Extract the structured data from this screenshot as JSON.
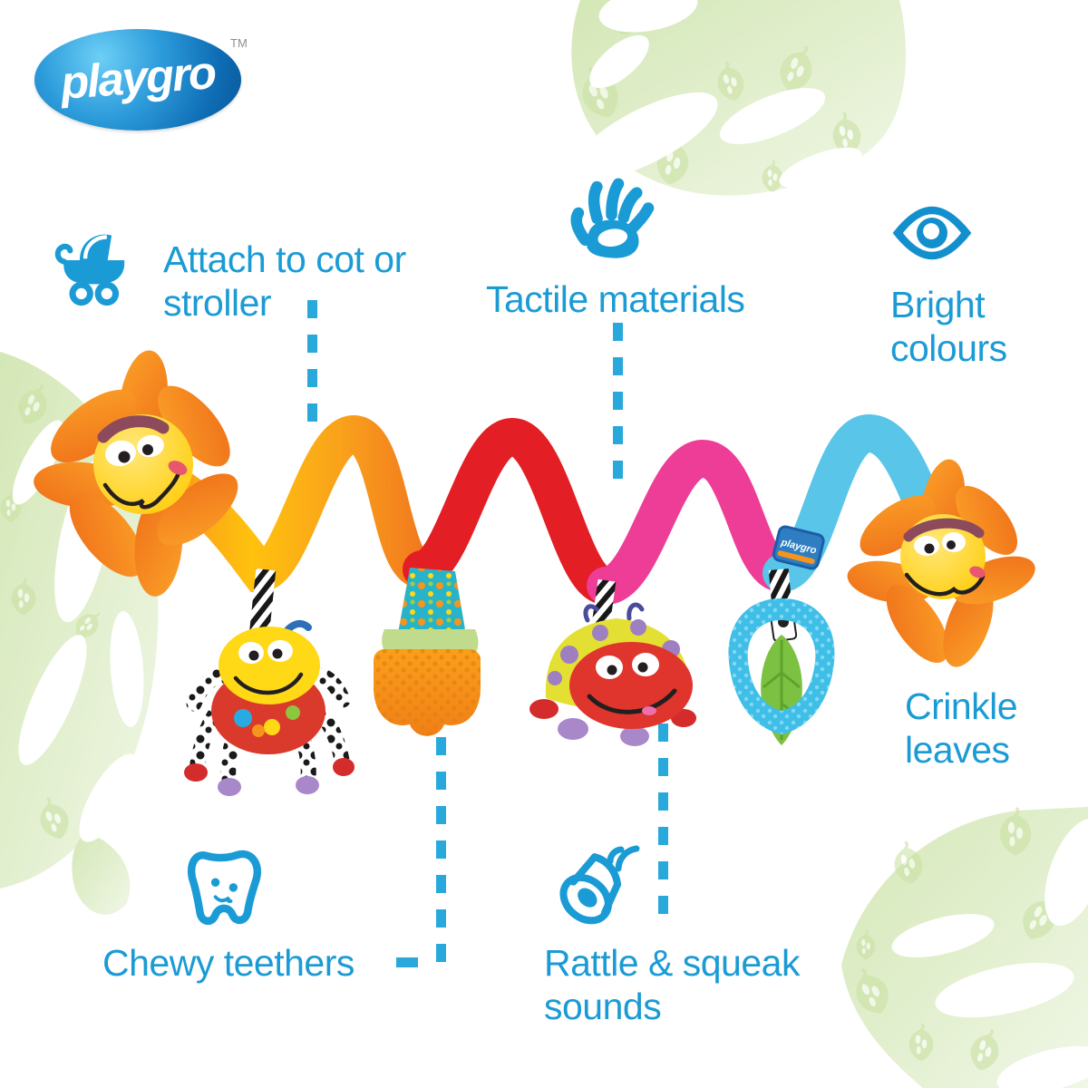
{
  "brand": {
    "logo_text": "playgro",
    "trademark": "TM"
  },
  "features": [
    {
      "id": "attach-cot-stroller",
      "icon": "pram-icon",
      "lines": [
        "Attach to cot or",
        "stroller"
      ]
    },
    {
      "id": "tactile-materials",
      "icon": "hand-icon",
      "lines": [
        "Tactile materials"
      ]
    },
    {
      "id": "bright-colours",
      "icon": "eye-icon",
      "lines": [
        "Bright",
        "colours"
      ]
    },
    {
      "id": "chewy-teethers",
      "icon": "tooth-icon",
      "lines": [
        "Chewy teethers"
      ]
    },
    {
      "id": "rattle-squeak",
      "icon": "rattle-icon",
      "lines": [
        "Rattle & squeak",
        "sounds"
      ]
    },
    {
      "id": "crinkle-leaves",
      "icon": null,
      "lines": [
        "Crinkle",
        "leaves"
      ]
    }
  ],
  "product": {
    "tag_label": "playgro"
  },
  "colors": {
    "label_blue": "#1b9bd5",
    "dash_blue": "#29a8dc",
    "logo_blue": "#0e6cb4",
    "leaf_green_light": "#e3efd0",
    "leaf_green": "#cbe2a4",
    "spiral_orange": "#f9a01b",
    "spiral_yellow": "#ffc20e",
    "spiral_red": "#e31e24",
    "spiral_pink": "#ee3d96",
    "spiral_blue": "#58c5e9",
    "flower_petal": "#f68c1e",
    "flower_face": "#ffd816"
  }
}
